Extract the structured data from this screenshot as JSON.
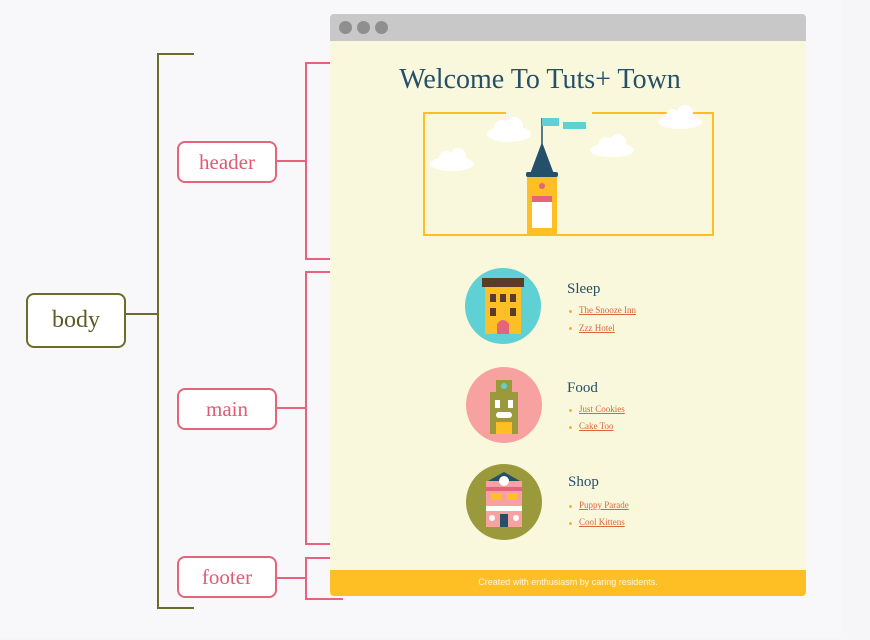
{
  "labels": {
    "body": "body",
    "header": "header",
    "main": "main",
    "footer": "footer"
  },
  "page": {
    "title": "Welcome To Tuts+ Town",
    "footer_text": "Created with enthusiasm by caring residents."
  },
  "sections": [
    {
      "title": "Sleep",
      "links": [
        "The Snooze Inn",
        "Zzz Hotel"
      ],
      "icon": "hotel-icon",
      "circle_color": "#5fd0d3"
    },
    {
      "title": "Food",
      "links": [
        "Just Cookies",
        "Cake Too"
      ],
      "icon": "bakery-icon",
      "circle_color": "#f7a1a1"
    },
    {
      "title": "Shop",
      "links": [
        "Puppy Parade",
        "Cool Kittens"
      ],
      "icon": "shop-icon",
      "circle_color": "#9a9a3c"
    }
  ],
  "colors": {
    "pink_bracket": "#e7637b",
    "olive_bracket": "#6d6b2c",
    "page_bg": "#faf8dc",
    "footer_bg": "#fdbf24",
    "title": "#25506a",
    "link": "#d9663d"
  }
}
